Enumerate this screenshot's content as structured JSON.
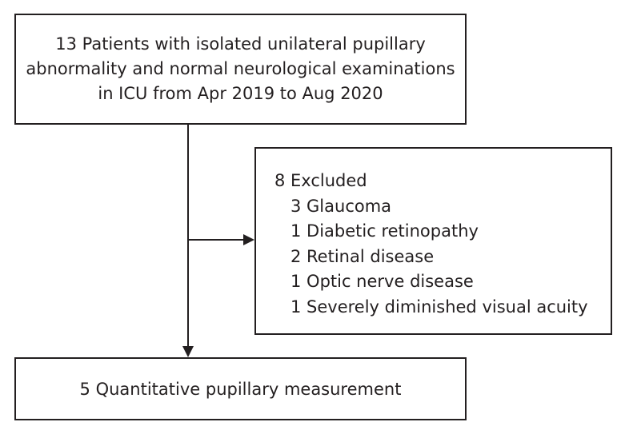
{
  "flowchart": {
    "top_box": {
      "lines": [
        "13 Patients with isolated unilateral pupillary",
        "abnormality and normal neurological examinations",
        "in ICU from Apr 2019 to Aug 2020"
      ]
    },
    "excluded_box": {
      "heading": "8 Excluded",
      "reasons": [
        "3 Glaucoma",
        "1 Diabetic retinopathy",
        "2 Retinal disease",
        "1 Optic nerve disease",
        "1 Severely diminished visual acuity"
      ]
    },
    "bottom_box": {
      "text": "5 Quantitative pupillary measurement"
    }
  }
}
